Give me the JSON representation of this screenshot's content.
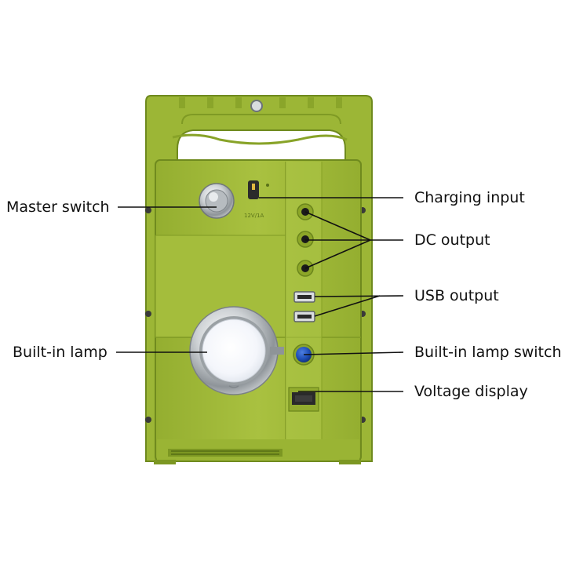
{
  "labels": {
    "master_switch": "Master switch",
    "built_in_lamp": "Built-in lamp",
    "charging_input": "Charging input",
    "dc_output": "DC output",
    "usb_output": "USB output",
    "built_in_lamp_switch": "Built-in lamp switch",
    "voltage_display": "Voltage display"
  },
  "device_print": {
    "port_marking": "12V/1A"
  },
  "colors": {
    "body": "#a2bb3a",
    "body_dark": "#8aa52a",
    "body_light": "#b5cb52",
    "outline": "#6f8a1e",
    "lamp_button": "#1f4fb8",
    "line": "#111111"
  },
  "icons": {
    "master_switch": "metal-push-button-icon",
    "lamp": "round-led-lamp-icon",
    "lamp_switch": "blue-round-button-icon"
  }
}
